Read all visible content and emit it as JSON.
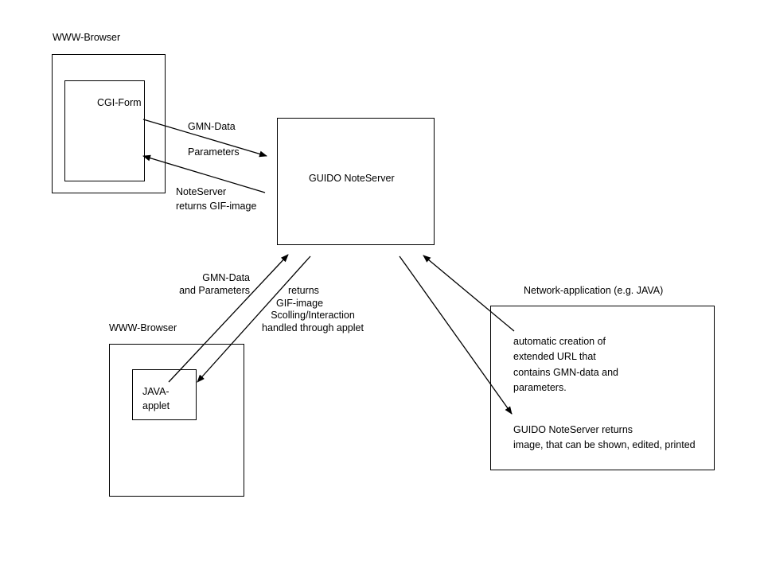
{
  "browser_top": {
    "title": "WWW-Browser",
    "form_label": "CGI-Form"
  },
  "server": {
    "label": "GUIDO NoteServer"
  },
  "edge_labels": {
    "gmn_data": "GMN-Data",
    "parameters": "Parameters",
    "returns_gif": [
      "NoteServer",
      "returns GIF-image"
    ],
    "applet_in": [
      "GMN-Data",
      "and Parameters"
    ],
    "applet_out": [
      "returns",
      "GIF-image",
      "Scolling/Interaction",
      "handled through applet"
    ]
  },
  "browser_bottom": {
    "title": "WWW-Browser",
    "applet_label": [
      "JAVA-",
      "applet"
    ]
  },
  "network_app": {
    "title": "Network-application (e.g. JAVA)",
    "request_text": [
      "automatic creation of",
      "extended URL that",
      "contains GMN-data and",
      "parameters."
    ],
    "response_text": [
      "GUIDO NoteServer returns",
      "image, that can be shown, edited, printed"
    ]
  }
}
